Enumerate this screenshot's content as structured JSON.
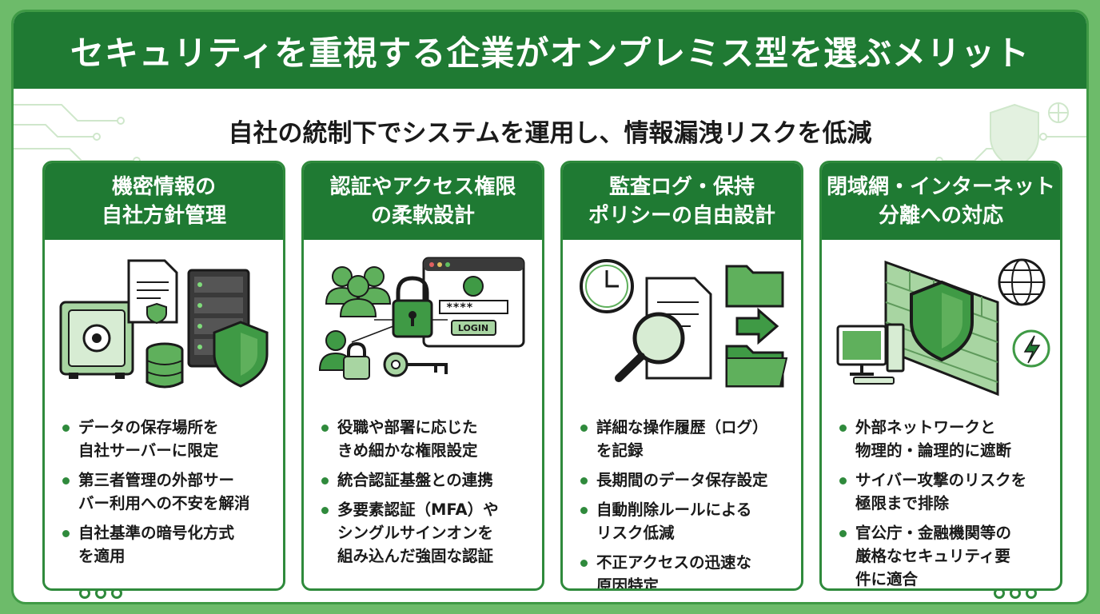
{
  "title": "セキュリティを重視する企業がオンプレミス型を選ぶメリット",
  "subtitle": "自社の統制下でシステムを運用し、情報漏洩リスクを低減",
  "colors": {
    "primary": "#1f7a33",
    "accent": "#6dbb6a",
    "light": "#a8d5a2"
  },
  "cards": [
    {
      "title_lines": [
        "機密情報の",
        "自社方針管理"
      ],
      "icons": [
        "safe-icon",
        "document-icon",
        "database-icon",
        "server-rack-icon",
        "shield-icon"
      ],
      "items": [
        {
          "lines": [
            "データの保存場所を",
            "自社サーバーに限定"
          ]
        },
        {
          "lines": [
            "第三者管理の外部サー",
            "バー利用への不安を解消"
          ]
        },
        {
          "lines": [
            "自社基準の暗号化方式",
            "を適用"
          ]
        }
      ]
    },
    {
      "title_lines": [
        "認証やアクセス権限",
        "の柔軟設計"
      ],
      "icons": [
        "user-group-icon",
        "padlock-icon",
        "login-window-icon",
        "key-icon",
        "user-lock-icon"
      ],
      "login_field": "****",
      "login_button": "LOGIN",
      "items": [
        {
          "lines": [
            "役職や部署に応じた",
            "きめ細かな権限設定"
          ]
        },
        {
          "lines": [
            "統合認証基盤との連携"
          ]
        },
        {
          "lines": [
            "多要素認証（MFA）や",
            "シングルサインオンを",
            "組み込んだ強固な認証"
          ]
        }
      ]
    },
    {
      "title_lines": [
        "監査ログ・保持",
        "ポリシーの自由設計"
      ],
      "icons": [
        "clock-icon",
        "document-icon",
        "magnifier-icon",
        "folder-icon",
        "arrow-right-icon"
      ],
      "items": [
        {
          "lines": [
            "詳細な操作履歴（ログ）",
            "を記録"
          ]
        },
        {
          "lines": [
            "長期間のデータ保存設定"
          ]
        },
        {
          "lines": [
            "自動削除ルールによる",
            "リスク低減"
          ]
        },
        {
          "lines": [
            "不正アクセスの迅速な",
            "原因特定"
          ]
        }
      ]
    },
    {
      "title_lines": [
        "閉域網・インターネット",
        "分離への対応"
      ],
      "icons": [
        "firewall-icon",
        "shield-icon",
        "globe-icon",
        "computer-icon",
        "lightning-icon"
      ],
      "items": [
        {
          "lines": [
            "外部ネットワークと",
            "物理的・論理的に遮断"
          ]
        },
        {
          "lines": [
            "サイバー攻撃のリスクを",
            "極限まで排除"
          ]
        },
        {
          "lines": [
            "官公庁・金融機関等の",
            "厳格なセキュリティ要",
            "件に適合"
          ]
        }
      ]
    }
  ]
}
